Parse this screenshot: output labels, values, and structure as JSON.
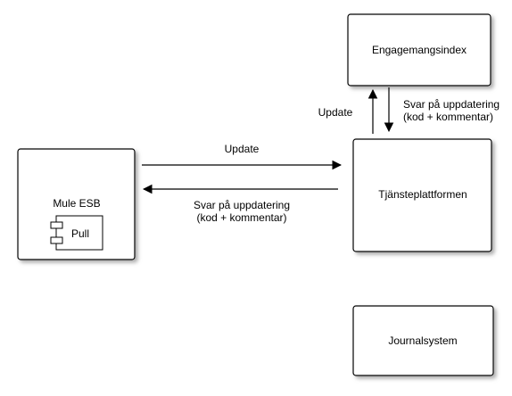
{
  "nodes": {
    "engagemangsindex": {
      "label": "Engagemangsindex"
    },
    "tjansteplattformen": {
      "label": "Tjänsteplattformen"
    },
    "mule_esb": {
      "label": "Mule ESB",
      "component": {
        "label": "Pull"
      }
    },
    "journalsystem": {
      "label": "Journalsystem"
    }
  },
  "edges": {
    "update_to_tp": {
      "label": "Update"
    },
    "reply_to_mule": {
      "label_line1": "Svar på uppdatering",
      "label_line2": "(kod + kommentar)"
    },
    "update_to_ei": {
      "label": "Update"
    },
    "reply_to_tp": {
      "label_line1": "Svar på uppdatering",
      "label_line2": "(kod + kommentar)"
    }
  },
  "colors": {
    "stroke": "#000000",
    "fill": "#ffffff",
    "shadow": "#9a9a9a",
    "text": "#000000"
  }
}
